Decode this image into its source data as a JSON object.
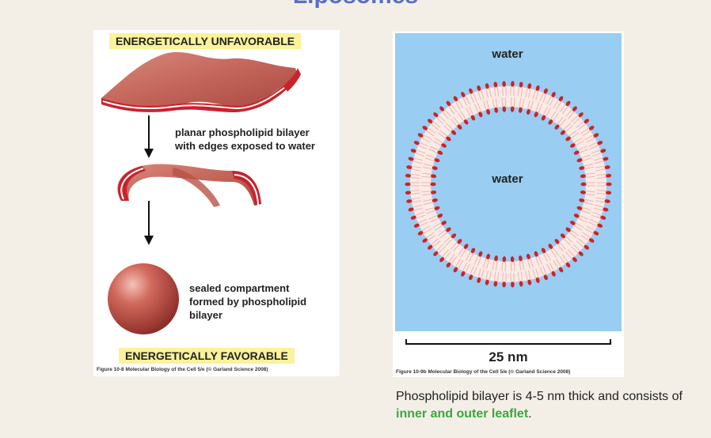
{
  "slide": {
    "title": "Liposomes"
  },
  "left_figure": {
    "top_badge": "ENERGETICALLY UNFAVORABLE",
    "bottom_badge": "ENERGETICALLY FAVORABLE",
    "label_planar": "planar phospholipid bilayer\nwith edges exposed to water",
    "label_sealed": "sealed compartment\nformed by phospholipid\nbilayer",
    "credit": "Figure 10-8  Molecular Biology of the Cell 5/e (© Garland Science 2008)"
  },
  "right_figure": {
    "water_outside": "water",
    "water_inside": "water",
    "scale_label": "25 nm",
    "credit": "Figure 10-9b  Molecular Biology of the Cell 5/e (© Garland Science 2008)"
  },
  "caption": {
    "text_plain": "Phospholipid bilayer is 4-5 nm thick and consists of ",
    "text_highlight": "inner and outer leaflet",
    "text_end": "."
  },
  "colors": {
    "lipid_head": "#c8232c",
    "membrane_pink": "#c96b60",
    "water_blue": "#99cdf2",
    "badge_yellow": "#fbf29a",
    "highlight_green": "#3aa83a",
    "title_blue": "#5a6fc4"
  }
}
